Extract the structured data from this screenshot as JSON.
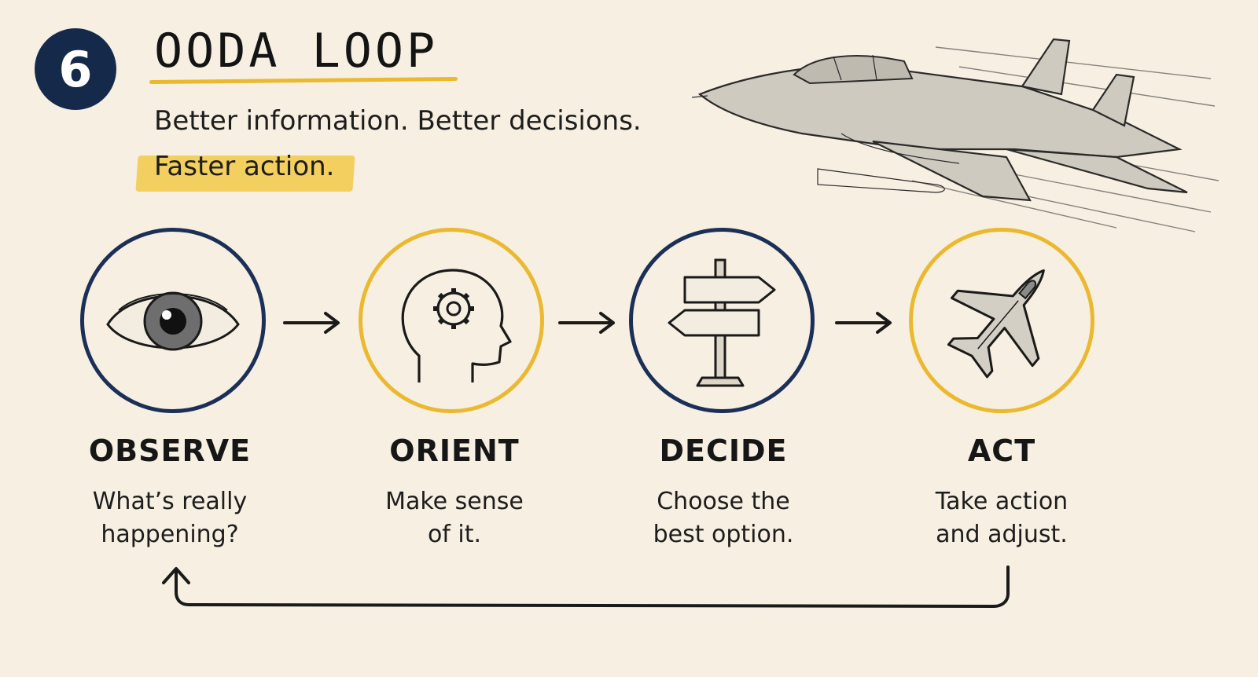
{
  "header": {
    "number": "6",
    "title": "OODA LOOP",
    "tagline_line1": "Better information. Better decisions.",
    "tagline_line2": "Faster action."
  },
  "stages": [
    {
      "title": "OBSERVE",
      "desc_line1": "What’s really",
      "desc_line2": "happening?",
      "icon": "eye-icon",
      "ring_color": "#1b2f57"
    },
    {
      "title": "ORIENT",
      "desc_line1": "Make sense",
      "desc_line2": "of it.",
      "icon": "head-gear-icon",
      "ring_color": "#eab92f"
    },
    {
      "title": "DECIDE",
      "desc_line1": "Choose the",
      "desc_line2": "best option.",
      "icon": "signpost-icon",
      "ring_color": "#1b2f57"
    },
    {
      "title": "ACT",
      "desc_line1": "Take action",
      "desc_line2": "and adjust.",
      "icon": "jet-icon",
      "ring_color": "#eab92f"
    }
  ],
  "colors": {
    "navy": "#1b2f57",
    "gold": "#eab92f",
    "background": "#f6efe2"
  }
}
